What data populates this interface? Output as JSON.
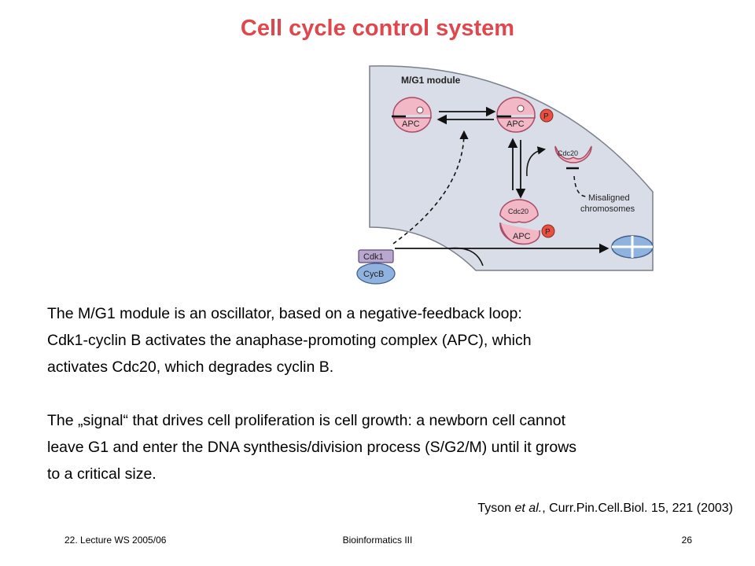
{
  "slide": {
    "title": "Cell cycle control system",
    "figure": {
      "module_label": "M/G1 module",
      "apc": "APC",
      "p": "P",
      "cdc20": "Cdc20",
      "misaligned_line1": "Misaligned",
      "misaligned_line2": "chromosomes",
      "cdk1": "Cdk1",
      "cycb": "CycB",
      "colors": {
        "module_fill": "#d9dde8",
        "module_stroke": "#7a7f8c",
        "apc_fill": "#f2b8c6",
        "apc_stroke": "#a94c66",
        "p_fill": "#e9503f",
        "cdk1_fill": "#b9a7cf",
        "cycb_fill": "#8fb3de",
        "cell_fill": "#8fb3de"
      }
    },
    "paragraph1": [
      "The M/G1 module is an oscillator, based on a negative-feedback loop:",
      "Cdk1-cyclin B activates the anaphase-promoting complex (APC), which",
      "activates Cdc20, which degrades cyclin B."
    ],
    "paragraph2": [
      "The „signal“ that drives cell proliferation is cell growth: a newborn cell cannot",
      "leave G1 and enter the DNA synthesis/division process (S/G2/M) until it grows",
      "to a critical size."
    ],
    "citation": {
      "author": "Tyson ",
      "etal": "et al.",
      "rest": ", Curr.Pin.Cell.Biol. 15, 221 (2003)"
    }
  },
  "footer": {
    "left": "22. Lecture WS 2005/06",
    "center": "Bioinformatics III",
    "right": "26"
  }
}
